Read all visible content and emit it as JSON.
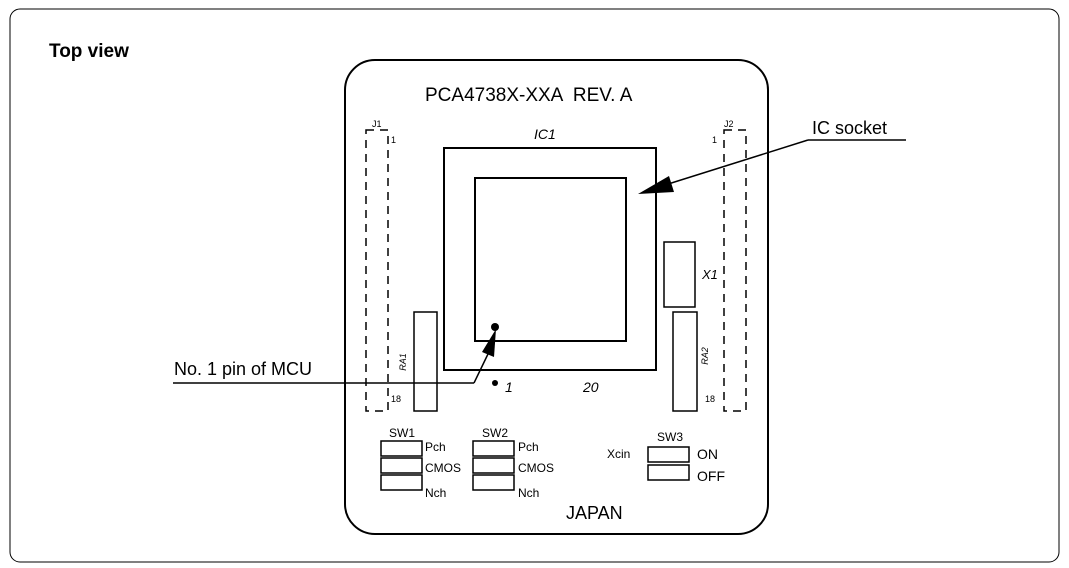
{
  "figure": {
    "title": "Top view",
    "board_name": "PCA4738X-XXA  REV. A",
    "country": "JAPAN"
  },
  "callouts": {
    "ic_socket": "IC socket",
    "pin1": "No. 1 pin of MCU"
  },
  "connectors": {
    "j1": {
      "label": "J1",
      "pin_top": "1",
      "pin_bottom": "18"
    },
    "j2": {
      "label": "J2",
      "pin_top": "1",
      "pin_bottom": "18"
    }
  },
  "parts": {
    "ic1": "IC1",
    "x1": "X1",
    "ra1": "RA1",
    "ra2": "RA2",
    "pin_1": "1",
    "pin_20": "20"
  },
  "switches": {
    "sw1": {
      "label": "SW1",
      "positions": [
        "Pch",
        "CMOS",
        "Nch"
      ]
    },
    "sw2": {
      "label": "SW2",
      "positions": [
        "Pch",
        "CMOS",
        "Nch"
      ]
    },
    "sw3": {
      "label": "SW3",
      "signal": "Xcin",
      "positions": [
        "ON",
        "OFF"
      ]
    }
  }
}
